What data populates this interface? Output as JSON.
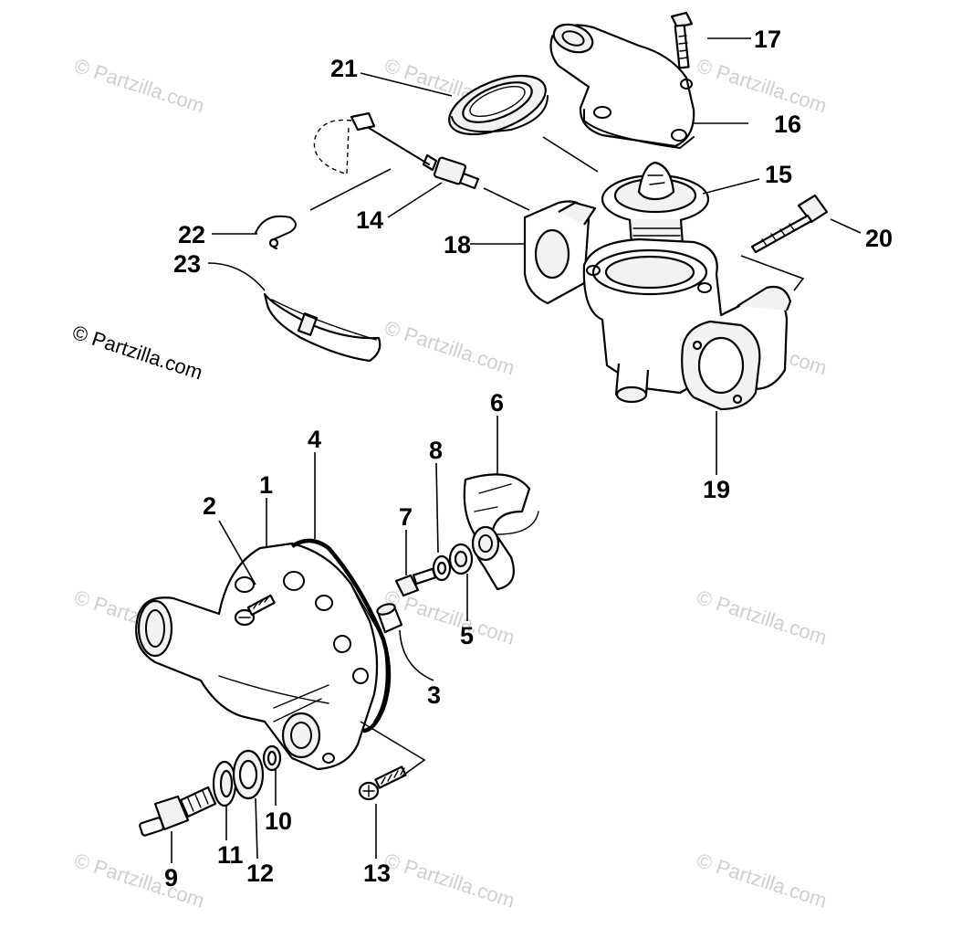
{
  "watermark": {
    "text": "© Partzilla.com",
    "accent_color": "#cfcfcf"
  },
  "callouts": {
    "c1": "1",
    "c2": "2",
    "c3": "3",
    "c4": "4",
    "c5": "5",
    "c6": "6",
    "c7": "7",
    "c8": "8",
    "c9": "9",
    "c10": "10",
    "c11": "11",
    "c12": "12",
    "c13": "13",
    "c14": "14",
    "c15": "15",
    "c16": "16",
    "c17": "17",
    "c18": "18",
    "c19": "19",
    "c20": "20",
    "c21": "21",
    "c22": "22",
    "c23": "23"
  }
}
